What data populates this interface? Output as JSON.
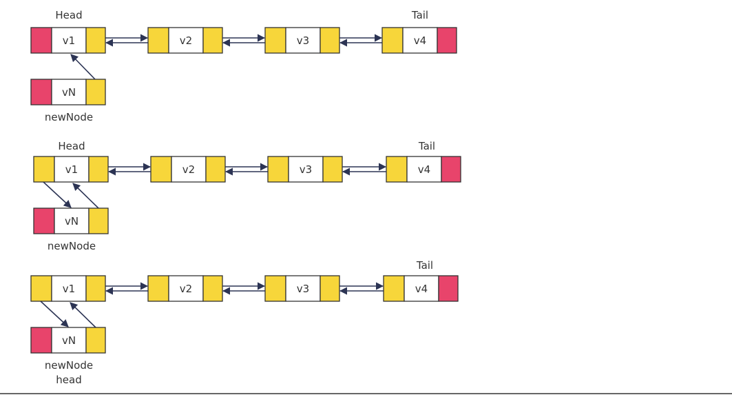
{
  "colors": {
    "null_pointer": "#e8446b",
    "pointer": "#f7d63a",
    "value": "#ffffff",
    "border": "#333333",
    "arrow": "#2c3454"
  },
  "diagrams": [
    {
      "head_label": "Head",
      "tail_label": "Tail",
      "nodes": [
        "v1",
        "v2",
        "v3",
        "v4"
      ],
      "new_node": {
        "value": "vN",
        "label": "newNode",
        "extra_label": ""
      }
    },
    {
      "head_label": "Head",
      "tail_label": "Tail",
      "nodes": [
        "v1",
        "v2",
        "v3",
        "v4"
      ],
      "new_node": {
        "value": "vN",
        "label": "newNode",
        "extra_label": ""
      }
    },
    {
      "head_label": "",
      "tail_label": "Tail",
      "nodes": [
        "v1",
        "v2",
        "v3",
        "v4"
      ],
      "new_node": {
        "value": "vN",
        "label": "newNode",
        "extra_label": "head"
      }
    }
  ]
}
